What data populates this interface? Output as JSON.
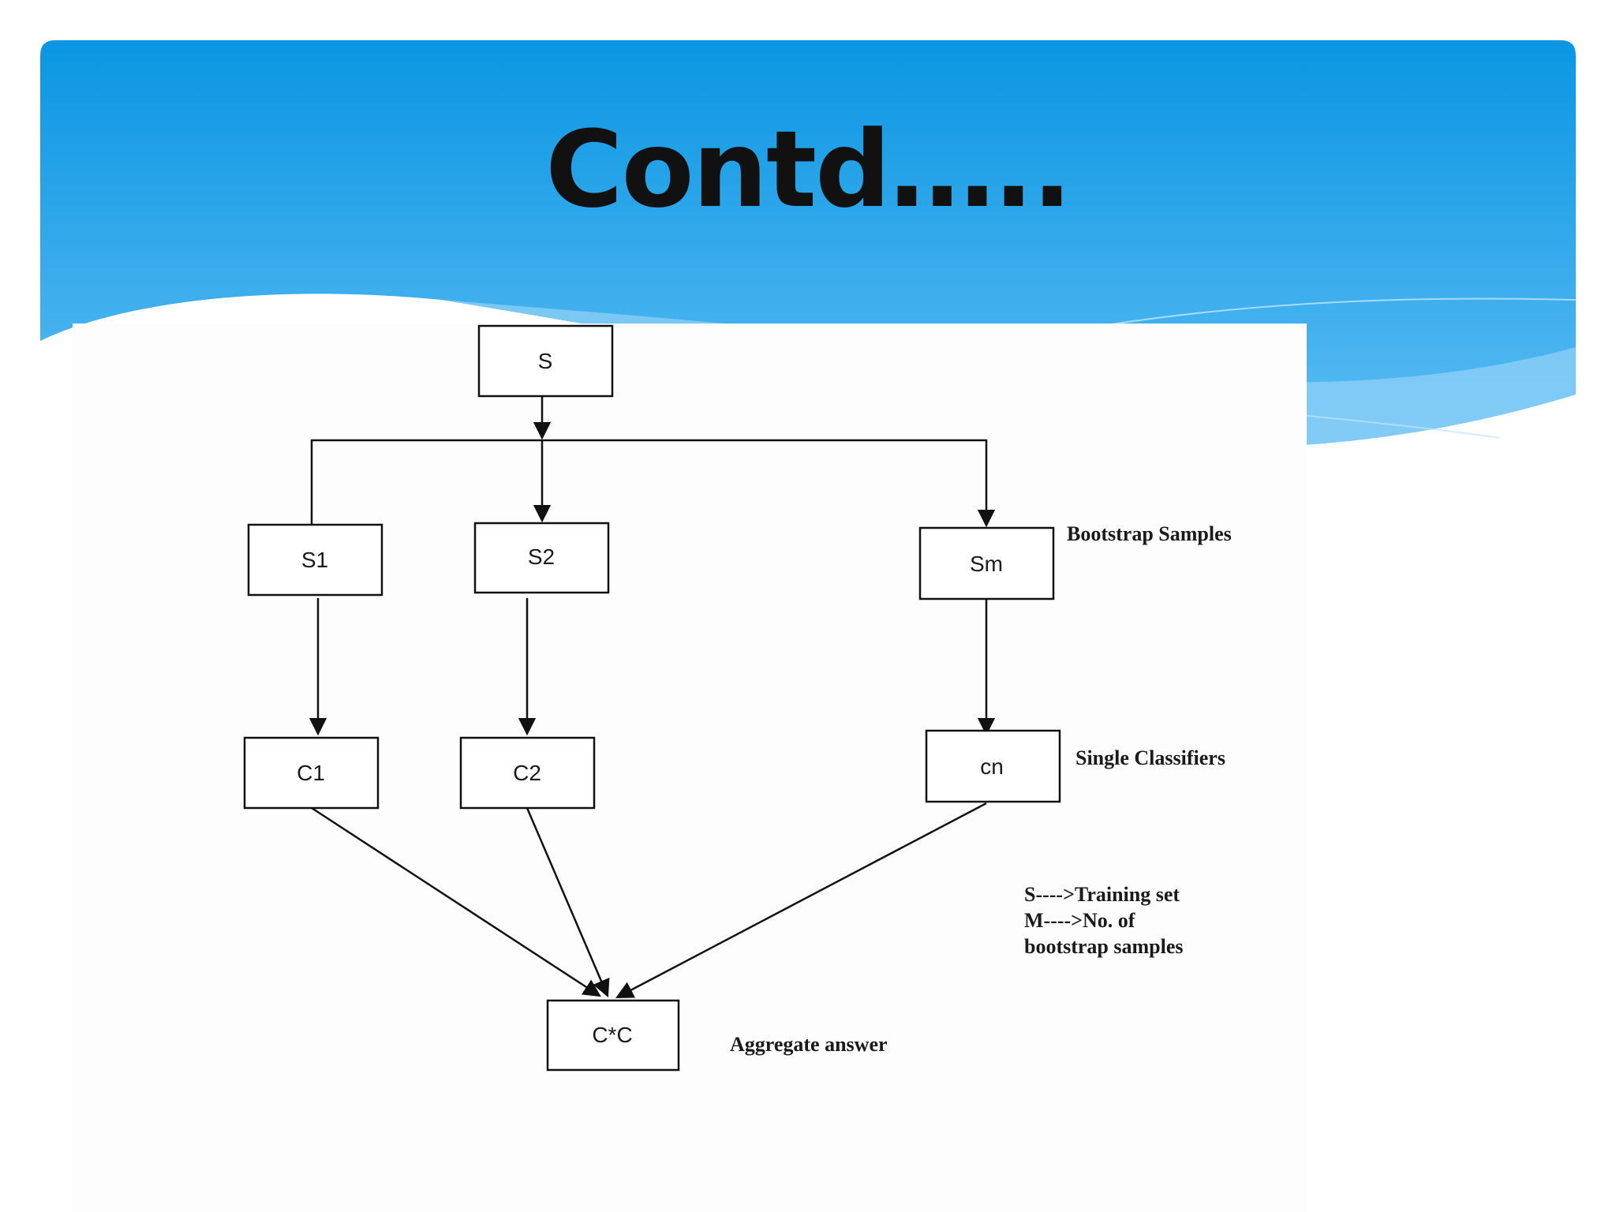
{
  "slide": {
    "title": "Contd….."
  },
  "colors": {
    "header_top": "#0a96e3",
    "header_bottom": "#5cbcf3",
    "wave_light": "#8fd0f7",
    "box_stroke": "#111111",
    "background": "#ffffff"
  },
  "diagram": {
    "nodes": {
      "root": "S",
      "s1": "S1",
      "s2": "S2",
      "sm": "Sm",
      "c1": "C1",
      "c2": "C2",
      "cn": "cn",
      "aggregate": "C*C"
    },
    "annotations": {
      "bootstrap_samples": "Bootstrap Samples",
      "single_classifiers": "Single Classifiers",
      "aggregate_answer": "Aggregate answer",
      "legend_line1": "S---->Training set",
      "legend_line2": "M---->No. of",
      "legend_line3": "bootstrap samples"
    }
  }
}
